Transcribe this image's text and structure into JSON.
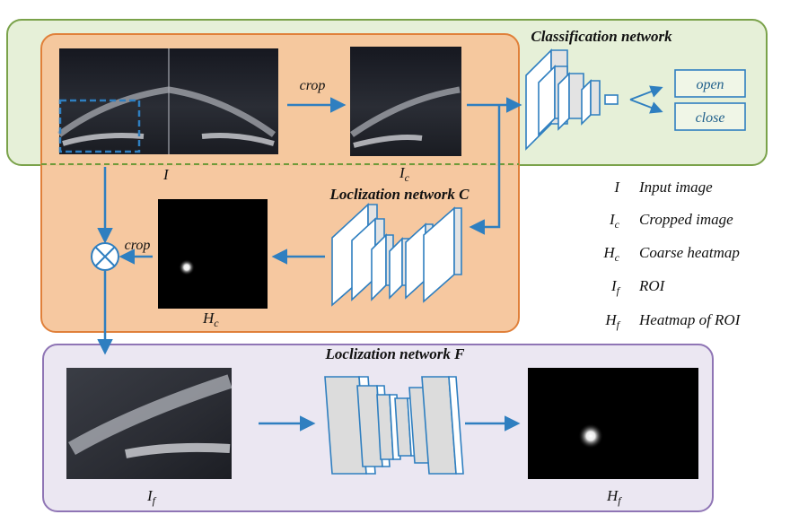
{
  "panels": {
    "classification_title": "Classification network",
    "localization_c_title": "Loclization network C",
    "localization_f_title": "Loclization network F"
  },
  "arrows": {
    "crop_top": "crop",
    "crop_mid": "crop"
  },
  "outputs": {
    "open": "open",
    "close": "close"
  },
  "image_labels": {
    "input": {
      "main": "I",
      "sub": ""
    },
    "cropped": {
      "main": "I",
      "sub": "c"
    },
    "coarse": {
      "main": "H",
      "sub": "c"
    },
    "roi": {
      "main": "I",
      "sub": "f"
    },
    "heatmap_roi": {
      "main": "H",
      "sub": "f"
    }
  },
  "legend": [
    {
      "sym": "I",
      "sub": "",
      "desc": "Input image"
    },
    {
      "sym": "I",
      "sub": "c",
      "desc": "Cropped image"
    },
    {
      "sym": "H",
      "sub": "c",
      "desc": "Coarse heatmap"
    },
    {
      "sym": "I",
      "sub": "f",
      "desc": "ROI"
    },
    {
      "sym": "H",
      "sub": "f",
      "desc": "Heatmap of ROI"
    }
  ],
  "colors": {
    "classification_fill": "#e6f0d8",
    "classification_border": "#7aa24a",
    "localization_c_fill": "#f6c59b",
    "localization_c_border": "#e0803a",
    "localization_f_fill": "#ebe7f2",
    "localization_f_border": "#8f75b5",
    "arrow": "#2f7fc0",
    "button_border": "#2f7fc0"
  }
}
